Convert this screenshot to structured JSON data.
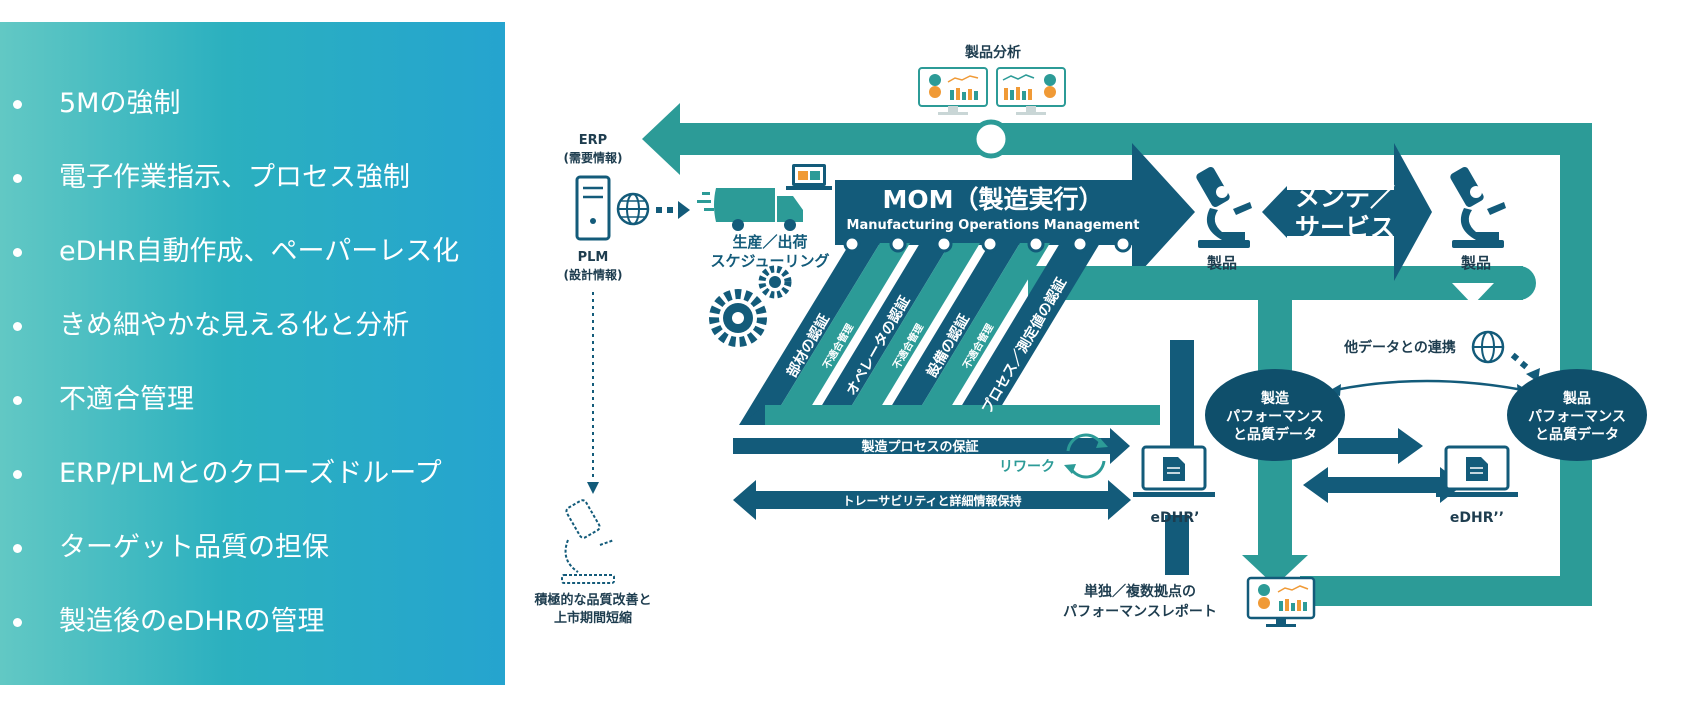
{
  "left_panel": {
    "items": [
      {
        "text": "5Mの強制"
      },
      {
        "text": "電子作業指示、プロセス強制"
      },
      {
        "text": "eDHR自動作成、ペーパーレス化"
      },
      {
        "text": "きめ細やかな見える化と分析"
      },
      {
        "text": "不適合管理"
      },
      {
        "text": "ERP/PLMとのクローズドループ"
      },
      {
        "text": "ターゲット品質の担保"
      },
      {
        "text": "製造後のeDHRの管理"
      }
    ]
  },
  "diagram": {
    "product_analysis": "製品分析",
    "erp": {
      "title": "ERP",
      "sub": "(需要情報)"
    },
    "plm": {
      "title": "PLM",
      "sub": "(設計情報)"
    },
    "scheduling": {
      "line1": "生産／出荷",
      "line2": "スケジューリング"
    },
    "mom": {
      "title": "MOM（製造実行）",
      "subtitle": "Manufacturing Operations Management"
    },
    "maintenance": {
      "line1": "メンテ／",
      "line2": "サービス"
    },
    "product_label_1": "製品",
    "product_label_2": "製品",
    "columns": [
      {
        "main": "部材の認証",
        "side": "不適合管理"
      },
      {
        "main": "オペレータの認証",
        "side": "不適合管理"
      },
      {
        "main": "設備の認証",
        "side": "不適合管理"
      },
      {
        "main": "プロセス／測定値の認証",
        "side": ""
      }
    ],
    "process_guarantee": "製造プロセスの保証",
    "rework": "リワーク",
    "traceability": "トレーサビリティと詳細情報保持",
    "edhr_prime": "eDHR’",
    "edhr_double": "eDHR’’",
    "other_data": "他データとの連携",
    "mfg_perf": {
      "line1": "製造",
      "line2": "パフォーマンス",
      "line3": "と品質データ"
    },
    "prod_perf": {
      "line1": "製品",
      "line2": "パフォーマンス",
      "line3": "と品質データ"
    },
    "report": {
      "line1": "単独／複数拠点の",
      "line2": "パフォーマンスレポート"
    },
    "quality_improve": {
      "line1": "積極的な品質改善と",
      "line2": "上市期間短縮"
    }
  },
  "colors": {
    "navy": "#135b7a",
    "teal": "#2c9b97",
    "dark_navy": "#0f4f6b",
    "light_teal": "#8dcfc9"
  }
}
